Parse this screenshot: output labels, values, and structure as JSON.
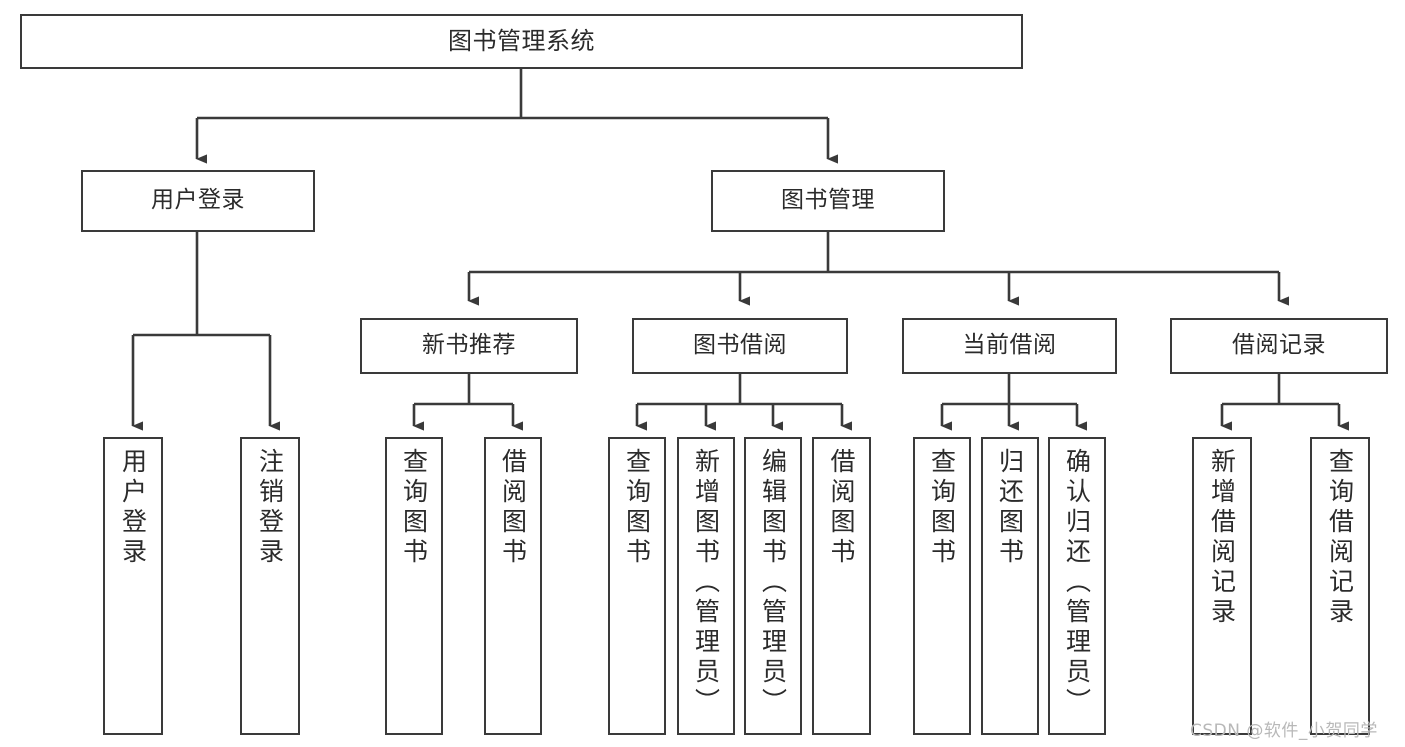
{
  "diagram": {
    "type": "tree-hierarchy",
    "title": "图书管理系统",
    "root": {
      "label": "图书管理系统"
    },
    "level2": [
      {
        "id": "user-login",
        "label": "用户登录"
      },
      {
        "id": "book-manage",
        "label": "图书管理"
      }
    ],
    "level3": [
      {
        "id": "new-book-recommend",
        "label": "新书推荐",
        "parent": "book-manage"
      },
      {
        "id": "book-borrow",
        "label": "图书借阅",
        "parent": "book-manage"
      },
      {
        "id": "current-borrow",
        "label": "当前借阅",
        "parent": "book-manage"
      },
      {
        "id": "borrow-record",
        "label": "借阅记录",
        "parent": "book-manage"
      }
    ],
    "leaves": [
      {
        "id": "leaf-user-login",
        "label": "用户登录",
        "parent": "user-login"
      },
      {
        "id": "leaf-logout-login",
        "label": "注销登录",
        "parent": "user-login"
      },
      {
        "id": "leaf-query-book-1",
        "label": "查询图书",
        "parent": "new-book-recommend"
      },
      {
        "id": "leaf-borrow-book-1",
        "label": "借阅图书",
        "parent": "new-book-recommend"
      },
      {
        "id": "leaf-query-book-2",
        "label": "查询图书",
        "parent": "book-borrow"
      },
      {
        "id": "leaf-add-book",
        "label": "新增图书（管理员）",
        "parent": "book-borrow"
      },
      {
        "id": "leaf-edit-book",
        "label": "编辑图书（管理员）",
        "parent": "book-borrow"
      },
      {
        "id": "leaf-borrow-book-2",
        "label": "借阅图书",
        "parent": "book-borrow"
      },
      {
        "id": "leaf-query-book-3",
        "label": "查询图书",
        "parent": "current-borrow"
      },
      {
        "id": "leaf-return-book",
        "label": "归还图书",
        "parent": "current-borrow"
      },
      {
        "id": "leaf-confirm-return",
        "label": "确认归还（管理员）",
        "parent": "current-borrow"
      },
      {
        "id": "leaf-add-record",
        "label": "新增借阅记录",
        "parent": "borrow-record"
      },
      {
        "id": "leaf-query-record",
        "label": "查询借阅记录",
        "parent": "borrow-record"
      }
    ]
  },
  "watermark": {
    "text": "CSDN @软件_小贺同学"
  },
  "colors": {
    "stroke": "#3a3a3a",
    "text": "#2b2b2b",
    "background": "#ffffff",
    "watermark": "#b8b8b8"
  }
}
